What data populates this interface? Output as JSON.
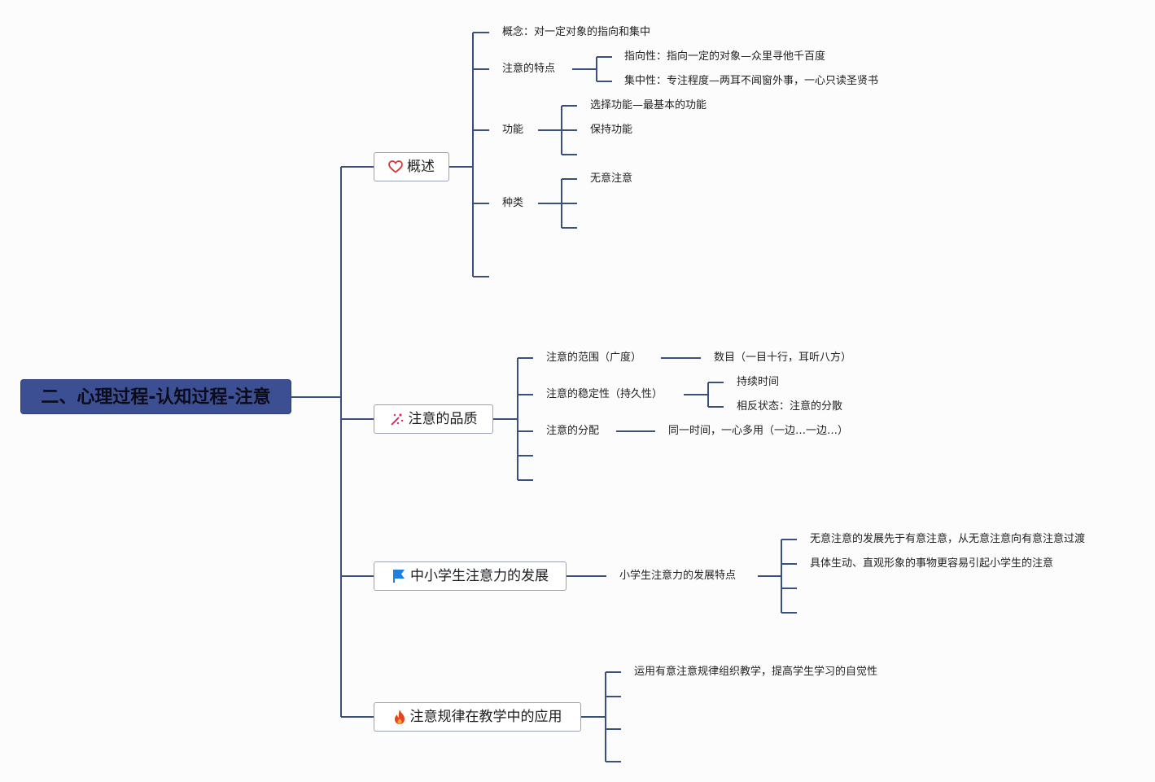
{
  "root": {
    "title": "二、心理过程-认知过程-注意"
  },
  "branches": {
    "overview": {
      "label": "概述",
      "icon": "heart-icon",
      "concept": "概念：对一定对象的指向和集中",
      "features": {
        "label": "注意的特点",
        "directivity": "指向性：指向一定的对象—众里寻他千百度",
        "concentration": "集中性：专注程度—两耳不闻窗外事，一心只读圣贤书"
      },
      "functions": {
        "label": "功能",
        "select": "选择功能—最基本的功能",
        "maintain": "保持功能"
      },
      "types": {
        "label": "种类",
        "involuntary": "无意注意"
      }
    },
    "quality": {
      "label": "注意的品质",
      "icon": "sparkle-icon",
      "range": {
        "label": "注意的范围（广度）",
        "value": "数目（一目十行，耳听八方）"
      },
      "stability": {
        "label": "注意的稳定性（持久性）",
        "duration": "持续时间",
        "opposite": "相反状态：注意的分散"
      },
      "distribution": {
        "label": "注意的分配",
        "value": "同一时间，一心多用（一边…一边…）"
      }
    },
    "development": {
      "label": "中小学生注意力的发展",
      "icon": "flag-icon",
      "feature": "小学生注意力的发展特点",
      "items": [
        "无意注意的发展先于有意注意，从无意注意向有意注意过渡",
        "具体生动、直观形象的事物更容易引起小学生的注意"
      ]
    },
    "application": {
      "label": "注意规律在教学中的应用",
      "icon": "fire-icon",
      "items": [
        "运用有意注意规律组织教学，提高学生学习的自觉性"
      ]
    }
  },
  "colors": {
    "root_fill": "#3d4f93",
    "connector": "#3b4f7c",
    "heart": "#d03a3a",
    "sparkle": "#e0306a",
    "flag": "#1f7fe0",
    "fire": "#e8431e"
  }
}
